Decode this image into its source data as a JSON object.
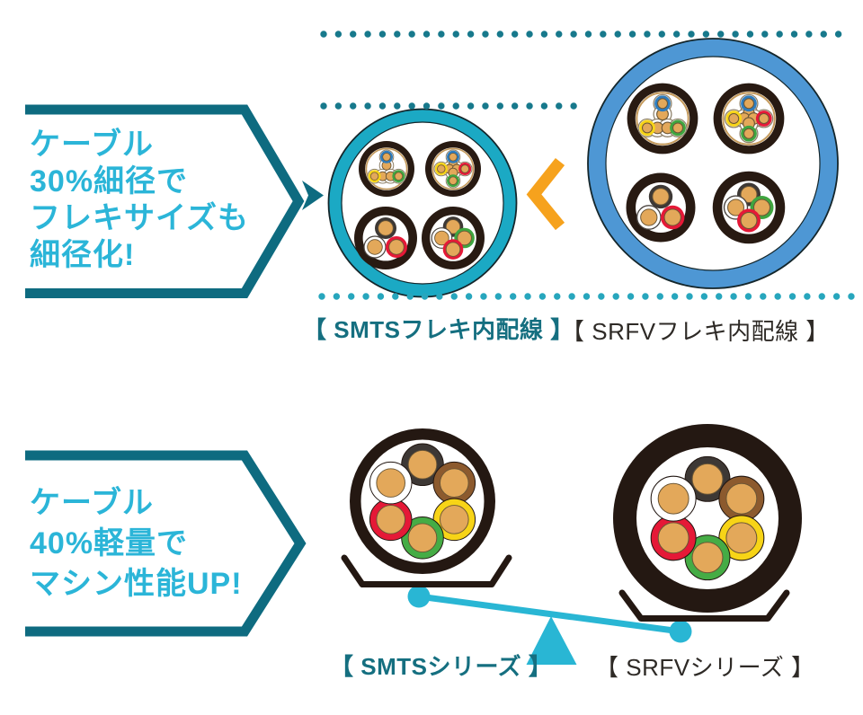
{
  "callouts": [
    {
      "lines": [
        "ケーブル",
        "30%細径で",
        "フレキサイズも",
        "細径化!"
      ]
    },
    {
      "lines": [
        "ケーブル",
        "40%軽量で",
        "マシン性能UP!"
      ]
    }
  ],
  "top_comparison": {
    "smts_label": "【 SMTSフレキ内配線 】",
    "srfv_label": "【 SRFVフレキ内配線 】",
    "relation_symbol": "<"
  },
  "bottom_comparison": {
    "smts_label": "【 SMTSシリーズ 】",
    "srfv_label": "【 SRFVシリーズ 】"
  },
  "colors": {
    "callout_border_teal": "#0E6B80",
    "callout_text_cyan": "#2BB5D8",
    "smts_jacket_cyan": "#1BA9C4",
    "srfv_jacket_blue": "#4E97D4",
    "comparison_orange": "#F6A21D",
    "scale_cyan": "#29B6D4",
    "dot_teal": "#17798C",
    "dot_cyan": "#27A6BD",
    "cable_black": "#241812",
    "core_tan": "#E3A85A",
    "wire_red": "#E51937",
    "wire_green": "#45AC45",
    "wire_yellow": "#F7D417",
    "wire_blue": "#2E7CBD",
    "wire_brown": "#8C5A2E",
    "wire_gray": "#3D3835"
  }
}
